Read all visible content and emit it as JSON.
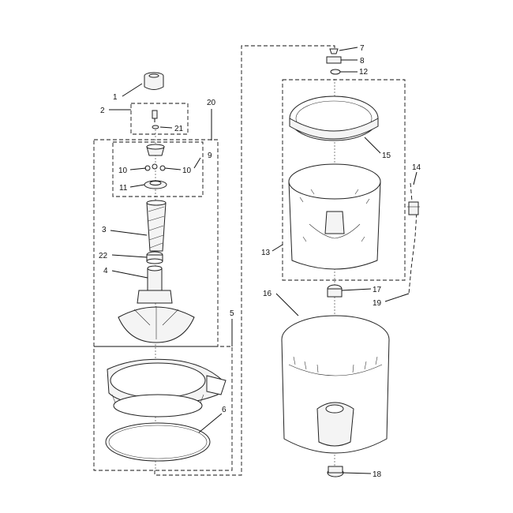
{
  "callouts": [
    {
      "key": "p1",
      "text": "1"
    },
    {
      "key": "p2",
      "text": "2"
    },
    {
      "key": "p3",
      "text": "3"
    },
    {
      "key": "p4",
      "text": "4"
    },
    {
      "key": "p5",
      "text": "5"
    },
    {
      "key": "p6",
      "text": "6"
    },
    {
      "key": "p7",
      "text": "7"
    },
    {
      "key": "p8",
      "text": "8"
    },
    {
      "key": "p9",
      "text": "9"
    },
    {
      "key": "p10a",
      "text": "10"
    },
    {
      "key": "p10b",
      "text": "10"
    },
    {
      "key": "p11",
      "text": "11"
    },
    {
      "key": "p12",
      "text": "12"
    },
    {
      "key": "p13",
      "text": "13"
    },
    {
      "key": "p14",
      "text": "14"
    },
    {
      "key": "p15",
      "text": "15"
    },
    {
      "key": "p16",
      "text": "16"
    },
    {
      "key": "p17",
      "text": "17"
    },
    {
      "key": "p18",
      "text": "18"
    },
    {
      "key": "p19",
      "text": "19"
    },
    {
      "key": "p20",
      "text": "20"
    },
    {
      "key": "p21",
      "text": "21"
    },
    {
      "key": "p22",
      "text": "22"
    }
  ]
}
